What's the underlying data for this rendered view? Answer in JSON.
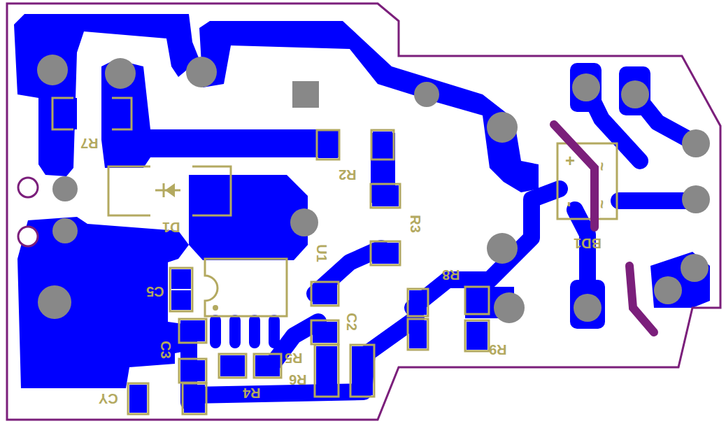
{
  "diagram": {
    "labels": [
      "R7",
      "D1",
      "U1",
      "R2",
      "R3",
      "R8",
      "R9",
      "BD1",
      "C5",
      "C3",
      "CY",
      "R4",
      "R5",
      "R6",
      "C2",
      "+",
      "~",
      "-",
      "~"
    ]
  }
}
